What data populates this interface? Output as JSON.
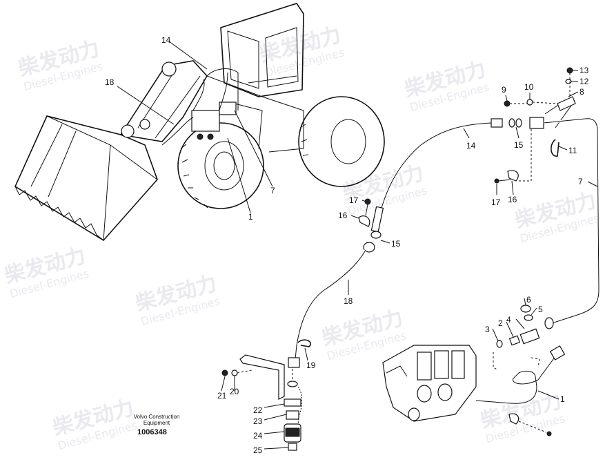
{
  "watermark": {
    "cn": "柴发动力",
    "en": "Diesel-Engines"
  },
  "caption": {
    "line1": "Volvo Construction",
    "line2": "Equipment",
    "doc_id": "1006348"
  },
  "callouts": {
    "c1a": "1",
    "c7a": "7",
    "c14a": "14",
    "c18a": "18",
    "c13": "13",
    "c12": "12",
    "c9": "9",
    "c10": "10",
    "c8": "8",
    "c14b": "14",
    "c15a": "15",
    "c11": "11",
    "c7b": "7",
    "c17a": "17",
    "c16a": "16",
    "c17b": "17",
    "c16b": "16",
    "c15b": "15",
    "c18b": "18",
    "c19": "19",
    "c6": "6",
    "c5": "5",
    "c4": "4",
    "c2": "2",
    "c3": "3",
    "c1b": "1",
    "c21": "21",
    "c20": "20",
    "c22": "22",
    "c23": "23",
    "c24": "24",
    "c25": "25"
  }
}
